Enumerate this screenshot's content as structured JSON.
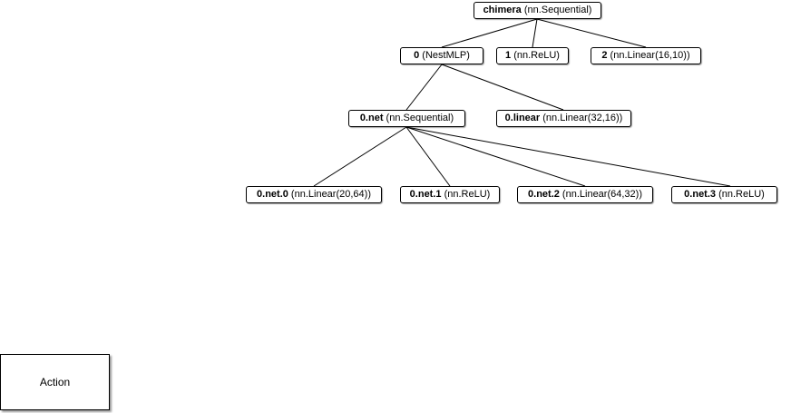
{
  "diagram": {
    "nodes": [
      {
        "key": "chimera",
        "id": "chimera",
        "desc": " (nn.Sequential)"
      },
      {
        "key": "0",
        "id": "0",
        "desc": " (NestMLP)"
      },
      {
        "key": "1",
        "id": "1",
        "desc": " (nn.ReLU)"
      },
      {
        "key": "2",
        "id": "2",
        "desc": " (nn.Linear(16,10))"
      },
      {
        "key": "0net",
        "id": "0.net",
        "desc": " (nn.Sequential)"
      },
      {
        "key": "0linear",
        "id": "0.linear",
        "desc": " (nn.Linear(32,16))"
      },
      {
        "key": "0net0",
        "id": "0.net.0",
        "desc": " (nn.Linear(20,64))"
      },
      {
        "key": "0net1",
        "id": "0.net.1",
        "desc": " (nn.ReLU)"
      },
      {
        "key": "0net2",
        "id": "0.net.2",
        "desc": " (nn.Linear(64,32))"
      },
      {
        "key": "0net3",
        "id": "0.net.3",
        "desc": " (nn.ReLU)"
      }
    ],
    "edges": [
      {
        "from": "chimera",
        "to": "0"
      },
      {
        "from": "chimera",
        "to": "1"
      },
      {
        "from": "chimera",
        "to": "2"
      },
      {
        "from": "0",
        "to": "0net"
      },
      {
        "from": "0",
        "to": "0linear"
      },
      {
        "from": "0net",
        "to": "0net0"
      },
      {
        "from": "0net",
        "to": "0net1"
      },
      {
        "from": "0net",
        "to": "0net2"
      },
      {
        "from": "0net",
        "to": "0net3"
      }
    ]
  },
  "action_button": {
    "label": "Action"
  }
}
